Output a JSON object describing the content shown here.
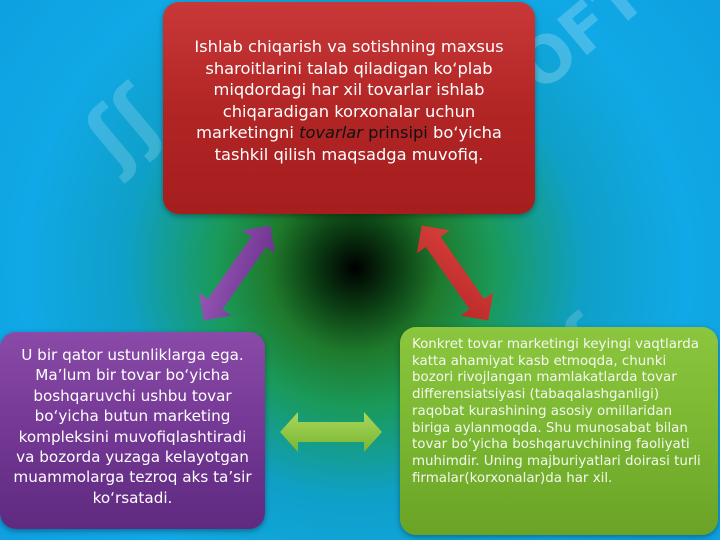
{
  "top_box": {
    "text_before": "Ishlab chiqarish va sotishning maxsus sharoitlarini talab qiladigan ko‘plab miqdordagi har xil tovarlar ishlab chiqaradigan korxonalar uchun marketingni ",
    "highlight_italic": "tovarlar",
    "highlight_plain": " prinsipi",
    "text_after": " bo‘yicha tashkil qilish maqsadga muvofiq."
  },
  "left_box": {
    "text": "U bir qator ustunliklarga ega. Ma’lum bir tovar bo‘yicha boshqaruvchi ushbu tovar bo‘yicha butun marketing kompleksini muvofiqlashtiradi va bozorda yuzaga kelayotgan muammolarga tezroq aks ta’sir ko‘rsatadi."
  },
  "right_box": {
    "text": "Konkret tovar marketingi keyingi vaqtlarda katta ahamiyat kasb etmoqda, chunki bozori rivojlangan mamlakatlarda tovar differensiatsiyasi (tabaqalashganligi) raqobat kurashining asosiy omillaridan biriga aylanmoqda. Shu munosabat bilan tovar bo‘yicha boshqaruvchining faoliyati muhimdir. Uning majburiyatlari doirasi turli firmalar(korxonalar)da har xil."
  },
  "watermark": {
    "text": "SOFT"
  },
  "colors": {
    "top_box": "#b02424",
    "left_box": "#6f3590",
    "right_box": "#79b530",
    "arrow_left": "#7b3f9e",
    "arrow_right": "#c8302f",
    "arrow_bottom": "#8cc63f"
  }
}
